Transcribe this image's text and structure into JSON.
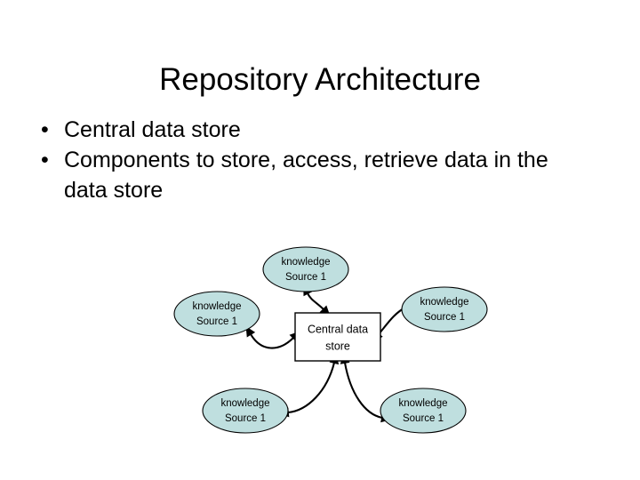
{
  "slide": {
    "title": "Repository Architecture",
    "bullet_glyph": "•",
    "bullets": [
      "Central data store",
      "Components to store, access, retrieve data in the data store"
    ]
  },
  "diagram": {
    "type": "hub-and-spoke",
    "center": {
      "name": "central-data-store",
      "label_line1": "Central data",
      "label_line2": "store",
      "shape": "rectangle",
      "fill": "#ffffff",
      "stroke": "#000000"
    },
    "node_fill": "#bfdfdf",
    "node_stroke": "#000000",
    "nodes": [
      {
        "id": "knowledge-source-top",
        "label_line1": "knowledge",
        "label_line2": "Source 1",
        "position": "top"
      },
      {
        "id": "knowledge-source-left",
        "label_line1": "knowledge",
        "label_line2": "Source 1",
        "position": "left"
      },
      {
        "id": "knowledge-source-right",
        "label_line1": "knowledge",
        "label_line2": "Source 1",
        "position": "right"
      },
      {
        "id": "knowledge-source-bottom-left",
        "label_line1": "knowledge",
        "label_line2": "Source 1",
        "position": "bottom-left"
      },
      {
        "id": "knowledge-source-bottom-right",
        "label_line1": "knowledge",
        "label_line2": "Source 1",
        "position": "bottom-right"
      }
    ],
    "connector_style": "double-headed-curved-arrow",
    "connector_color": "#000000"
  },
  "colors": {
    "background": "#ffffff",
    "text": "#000000",
    "node_fill": "#bfdfdf"
  }
}
